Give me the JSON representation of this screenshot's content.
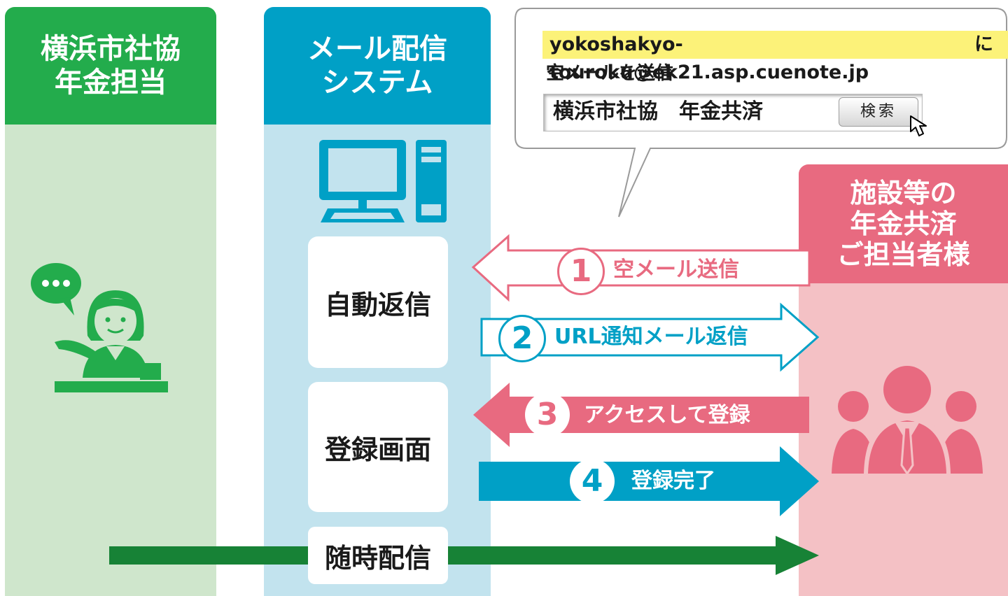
{
  "columns": {
    "left": {
      "title": "横浜市社協\n年金担当"
    },
    "mid": {
      "title": "メール配信\nシステム"
    },
    "right": {
      "title": "施設等の\n年金共済\nご担当者様"
    }
  },
  "boxes": {
    "auto_reply": "自動返信",
    "register_screen": "登録画面",
    "anytime": "随時配信"
  },
  "bubble": {
    "email": "yokoshakyo-touroku@ek21.asp.cuenote.jp",
    "email_suffix": "に",
    "line2": "空メールを送信",
    "search_query": "横浜市社協　年金共済",
    "search_button": "検索"
  },
  "steps": [
    {
      "num": "1",
      "label": "空メール送信"
    },
    {
      "num": "2",
      "label": "URL通知メール返信"
    },
    {
      "num": "3",
      "label": "アクセスして登録"
    },
    {
      "num": "4",
      "label": "登録完了"
    }
  ],
  "colors": {
    "green": "#23ac4c",
    "green_light": "#cfe6cc",
    "green_dark": "#178236",
    "blue": "#00a0c6",
    "blue_light": "#c2e3ee",
    "pink": "#e86a80",
    "pink_light": "#f4c1c5",
    "highlight": "#fcf279"
  }
}
